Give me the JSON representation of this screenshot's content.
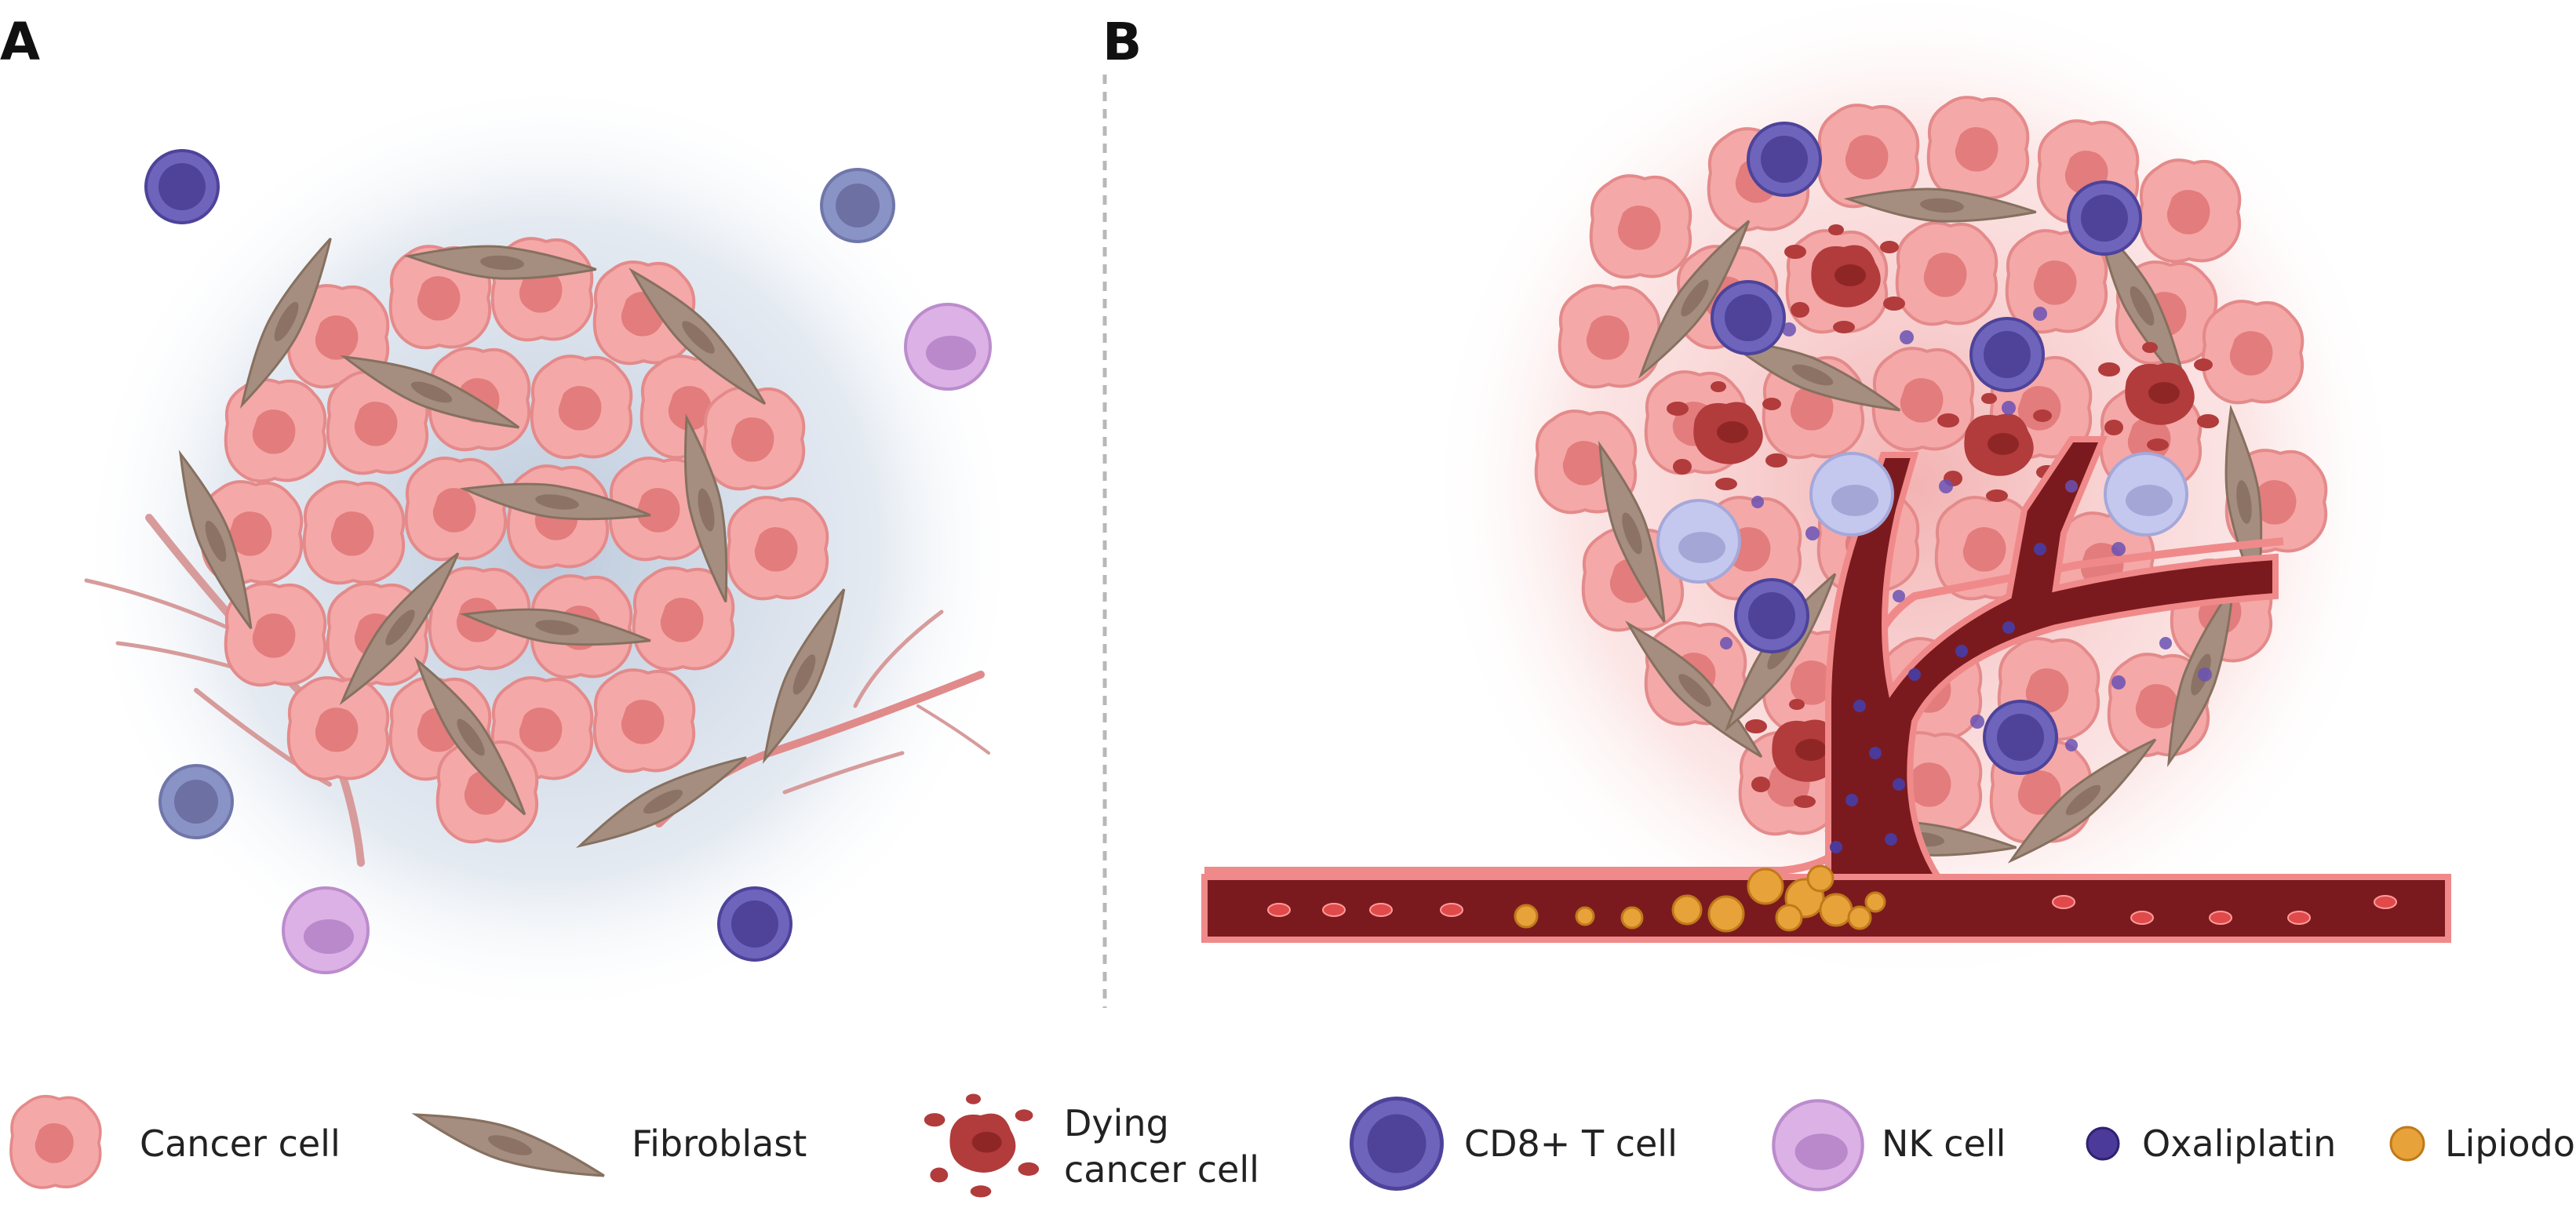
{
  "panels": [
    {
      "label": "A"
    },
    {
      "label": "B"
    }
  ],
  "legend": {
    "cancer_cell": "Cancer cell",
    "fibroblast": "Fibroblast",
    "dying_cancer_cell_line1": "Dying",
    "dying_cancer_cell_line2": "cancer cell",
    "cd8_t_cell": "CD8+ T cell",
    "nk_cell": "NK cell",
    "oxaliplatin": "Oxaliplatin",
    "lipiodol": "Lipiodol"
  },
  "colors": {
    "cancer_cell": "#f4a3a3",
    "cancer_nucleus": "#e07b7b",
    "fibroblast": "#a08a7e",
    "dying_cell": "#b03a3a",
    "cd8_t_cell": "#6b5fb5",
    "nk_cell": "#d8a8e0",
    "oxaliplatin": "#4b3a9a",
    "lipiodol": "#e0a040",
    "vessel": "#7a1a1a",
    "halo_a": "#c8d4e4",
    "halo_b": "#f2b8b8"
  }
}
